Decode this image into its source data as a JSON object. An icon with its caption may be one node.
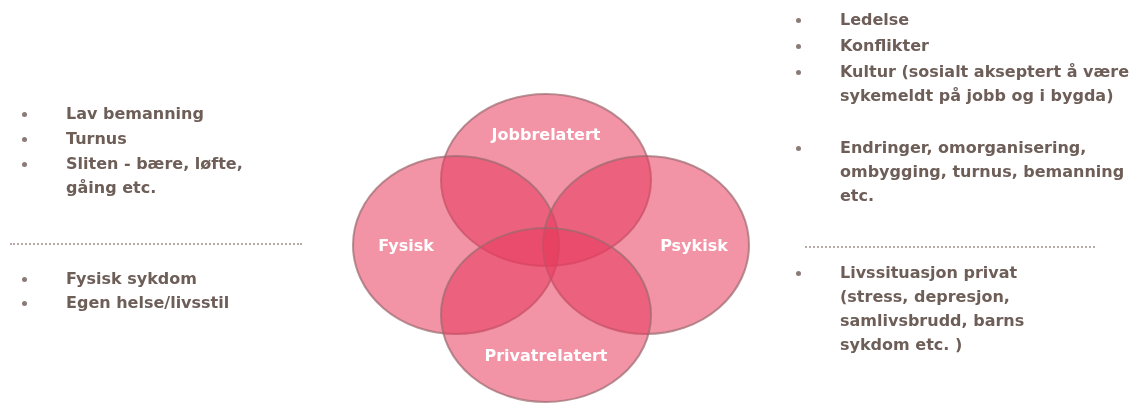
{
  "diagram": {
    "nodes": [
      {
        "text": [
          "Jobbrelatert"
        ]
      },
      {
        "text": [
          "Fysisk"
        ]
      },
      {
        "text": [
          "Psykisk"
        ]
      },
      {
        "text": [
          "Privatrelatert"
        ]
      }
    ],
    "labels": [
      "Lav bemanning",
      "Turnus",
      "Sliten - bære, løfte, gåing etc.",
      "Fysisk sykdom",
      "Egen helse/livsstil",
      "Ledelse",
      "Konflikter",
      "Kultur (sosialt akseptert å være sykemeldt på jobb og i bygda)",
      "Endringer, omorganisering, ombygging, turnus, bemanning etc.",
      "Livssituasjon privat (stress, depresjon, samlivsbrudd, barns sykdom etc. )"
    ]
  }
}
